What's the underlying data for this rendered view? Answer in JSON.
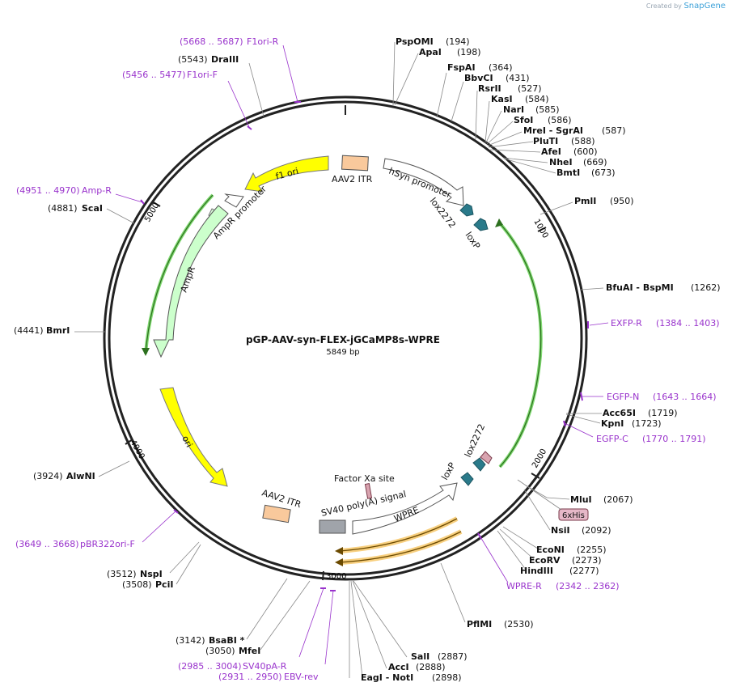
{
  "branding": {
    "created_by": "Created by",
    "app_name": "SnapGene"
  },
  "plasmid": {
    "name": "pGP-AAV-syn-FLEX-jGCaMP8s-WPRE",
    "size": "5849 bp"
  },
  "ticks": [
    "1000",
    "2000",
    "3000",
    "4000",
    "5000"
  ],
  "features": {
    "aav2_itr_left": "AAV2 ITR",
    "aav2_itr_right": "AAV2 ITR",
    "hsyn_promoter": "hSyn promoter",
    "lox2272_top": "lox2272",
    "loxp_top": "loxP",
    "lox2272_bottom": "lox2272",
    "loxp_bottom": "loxP",
    "f1_ori": "f1 ori",
    "ampr_promoter": "AmpR promoter",
    "ampr": "AmpR",
    "ori": "ori",
    "factor_xa": "Factor Xa site",
    "sv40_polya": "SV40 poly(A) signal",
    "wpre": "WPRE",
    "his_tag": "6xHis"
  },
  "enzymes": {
    "PspOMI": {
      "name": "PspOMI",
      "pos": "(194)"
    },
    "ApaI": {
      "name": "ApaI",
      "pos": "(198)"
    },
    "FspAI": {
      "name": "FspAI",
      "pos": "(364)"
    },
    "BbvCI": {
      "name": "BbvCI",
      "pos": "(431)"
    },
    "RsrII": {
      "name": "RsrII",
      "pos": "(527)"
    },
    "KasI": {
      "name": "KasI",
      "pos": "(584)"
    },
    "NarI": {
      "name": "NarI",
      "pos": "(585)"
    },
    "SfoI": {
      "name": "SfoI",
      "pos": "(586)"
    },
    "MreI_SgrAI": {
      "name": "MreI  - SgrAI",
      "pos": "(587)"
    },
    "PluTI": {
      "name": "PluTI",
      "pos": "(588)"
    },
    "AfeI": {
      "name": "AfeI",
      "pos": "(600)"
    },
    "NheI": {
      "name": "NheI",
      "pos": "(669)"
    },
    "BmtI": {
      "name": "BmtI",
      "pos": "(673)"
    },
    "PmlI": {
      "name": "PmlI",
      "pos": "(950)"
    },
    "BfuAI_BspMI": {
      "name": "BfuAI   - BspMI",
      "pos": "(1262)"
    },
    "Acc65I": {
      "name": "Acc65I",
      "pos": "(1719)"
    },
    "KpnI": {
      "name": "KpnI",
      "pos": "(1723)"
    },
    "MluI": {
      "name": "MluI",
      "pos": "(2067)"
    },
    "NsiI": {
      "name": "NsiI",
      "pos": "(2092)"
    },
    "EcoNI": {
      "name": "EcoNI",
      "pos": "(2255)"
    },
    "EcoRV": {
      "name": "EcoRV",
      "pos": "(2273)"
    },
    "HindIII": {
      "name": "HindIII",
      "pos": "(2277)"
    },
    "PflMI": {
      "name": "PflMI",
      "pos": "(2530)"
    },
    "SalI": {
      "name": "SalI",
      "pos": "(2887)"
    },
    "AccI": {
      "name": "AccI",
      "pos": "(2888)"
    },
    "EagI_NotI": {
      "name": "EagI   - NotI",
      "pos": "(2898)"
    },
    "MfeI": {
      "name": "MfeI",
      "pos": "(3050)"
    },
    "BsaBI": {
      "name": "BsaBI *",
      "pos": "(3142)"
    },
    "PciI": {
      "name": "PciI",
      "pos": "(3508)"
    },
    "NspI": {
      "name": "NspI",
      "pos": "(3512)"
    },
    "AlwNI": {
      "name": "AlwNI",
      "pos": "(3924)"
    },
    "BmrI": {
      "name": "BmrI",
      "pos": "(4441)"
    },
    "ScaI": {
      "name": "ScaI",
      "pos": "(4881)"
    },
    "DraIII": {
      "name": "DraIII",
      "pos": "(5543)"
    }
  },
  "primers": {
    "F1ori_R": {
      "name": "F1ori-R",
      "range": "(5668 .. 5687)"
    },
    "F1ori_F": {
      "name": "F1ori-F",
      "range": "(5456 .. 5477)"
    },
    "Amp_R": {
      "name": "Amp-R",
      "range": "(4951 .. 4970)"
    },
    "EXFP_R": {
      "name": "EXFP-R",
      "range": "(1384 .. 1403)"
    },
    "EGFP_N": {
      "name": "EGFP-N",
      "range": "(1643 .. 1664)"
    },
    "EGFP_C": {
      "name": "EGFP-C",
      "range": "(1770 .. 1791)"
    },
    "WPRE_R": {
      "name": "WPRE-R",
      "range": "(2342 .. 2362)"
    },
    "pBR322ori_F": {
      "name": "pBR322ori-F",
      "range": "(3649 .. 3668)"
    },
    "SV40pA_R": {
      "name": "SV40pA-R",
      "range": "(2985 .. 3004)"
    },
    "EBV_rev": {
      "name": "EBV-rev",
      "range": "(2931 .. 2950)"
    }
  }
}
